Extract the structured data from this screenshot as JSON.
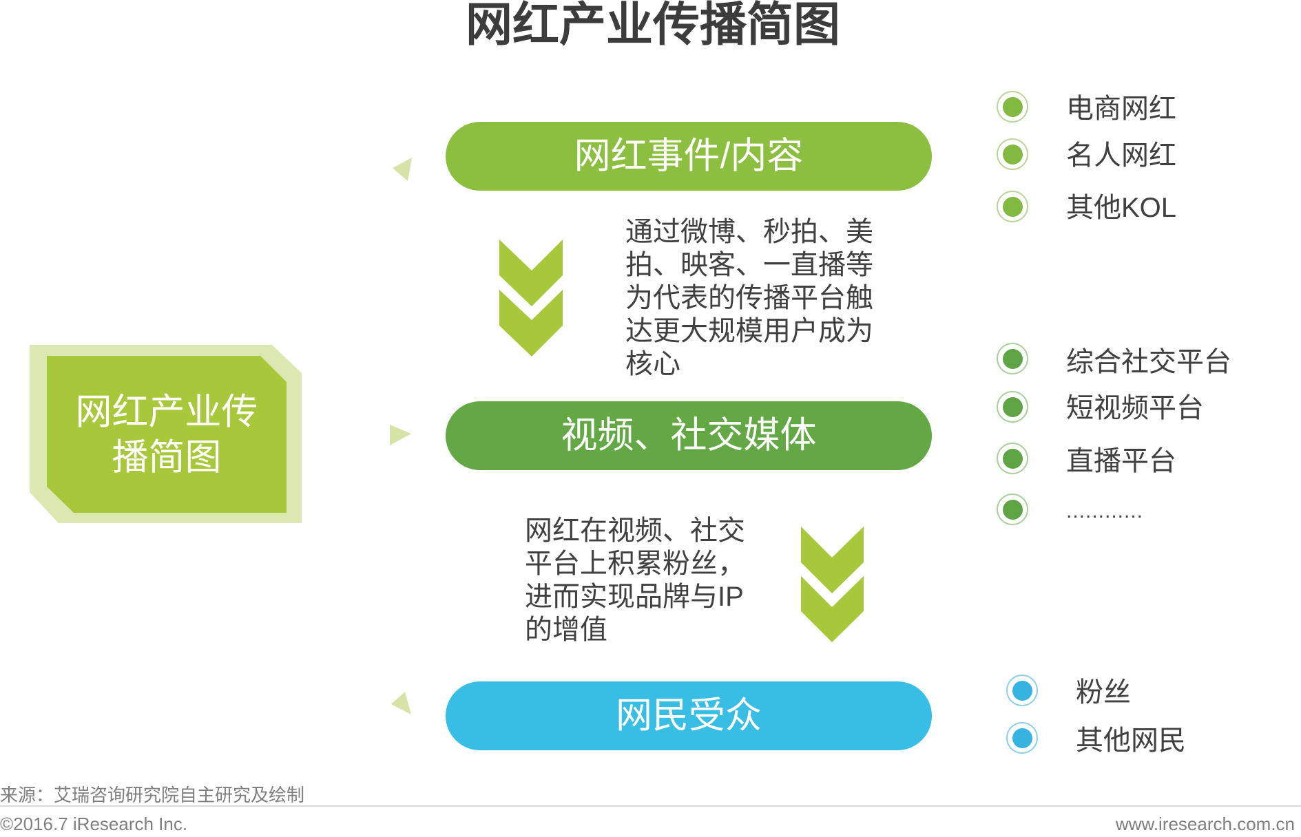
{
  "title": "网红产业传播简图",
  "left_box": {
    "lines": [
      "网红产业传",
      "播简图"
    ],
    "outer_color": "#dce8b1",
    "inner_color": "#a8c83b"
  },
  "stages": [
    {
      "label": "网红事件/内容",
      "color": "#8cbf40",
      "arrow": "triangle-left"
    },
    {
      "label": "视频、社交媒体",
      "color": "#63a845",
      "arrow": "triangle-right"
    },
    {
      "label": "网民受众",
      "color": "#38bde4",
      "arrow": "triangle-left"
    }
  ],
  "descriptions": [
    {
      "lines": [
        "通过微博、秒拍、美",
        "拍、映客、一直播等",
        "为代表的传播平台触",
        "达更大规模用户成为",
        "核心"
      ],
      "arrow": "double-chevron-down"
    },
    {
      "lines": [
        "网红在视频、社交",
        "平台上积累粉丝，",
        "进而实现品牌与IP",
        "的增值"
      ],
      "arrow": "double-chevron-down"
    }
  ],
  "legends": [
    {
      "items": [
        "电商网红",
        "名人网红",
        "其他KOL"
      ],
      "ring_color": "#b9d69a",
      "dot_color": "#82b941"
    },
    {
      "items": [
        "综合社交平台",
        "短视频平台",
        "直播平台",
        "............"
      ],
      "ring_color": "#a9d19a",
      "dot_color": "#5ea444"
    },
    {
      "items": [
        "粉丝",
        "其他网民"
      ],
      "ring_color": "#8fd0e8",
      "dot_color": "#36b3e0"
    }
  ],
  "colors": {
    "chevron": "#a8c83b",
    "triangle": "#d5e3a6",
    "text": "#404040",
    "title": "#3c3c3c"
  },
  "footer": {
    "source": "来源：艾瑞咨询研究院自主研究及绘制",
    "copyright": "©2016.7 iResearch Inc.",
    "website": "www.iresearch.com.cn"
  }
}
